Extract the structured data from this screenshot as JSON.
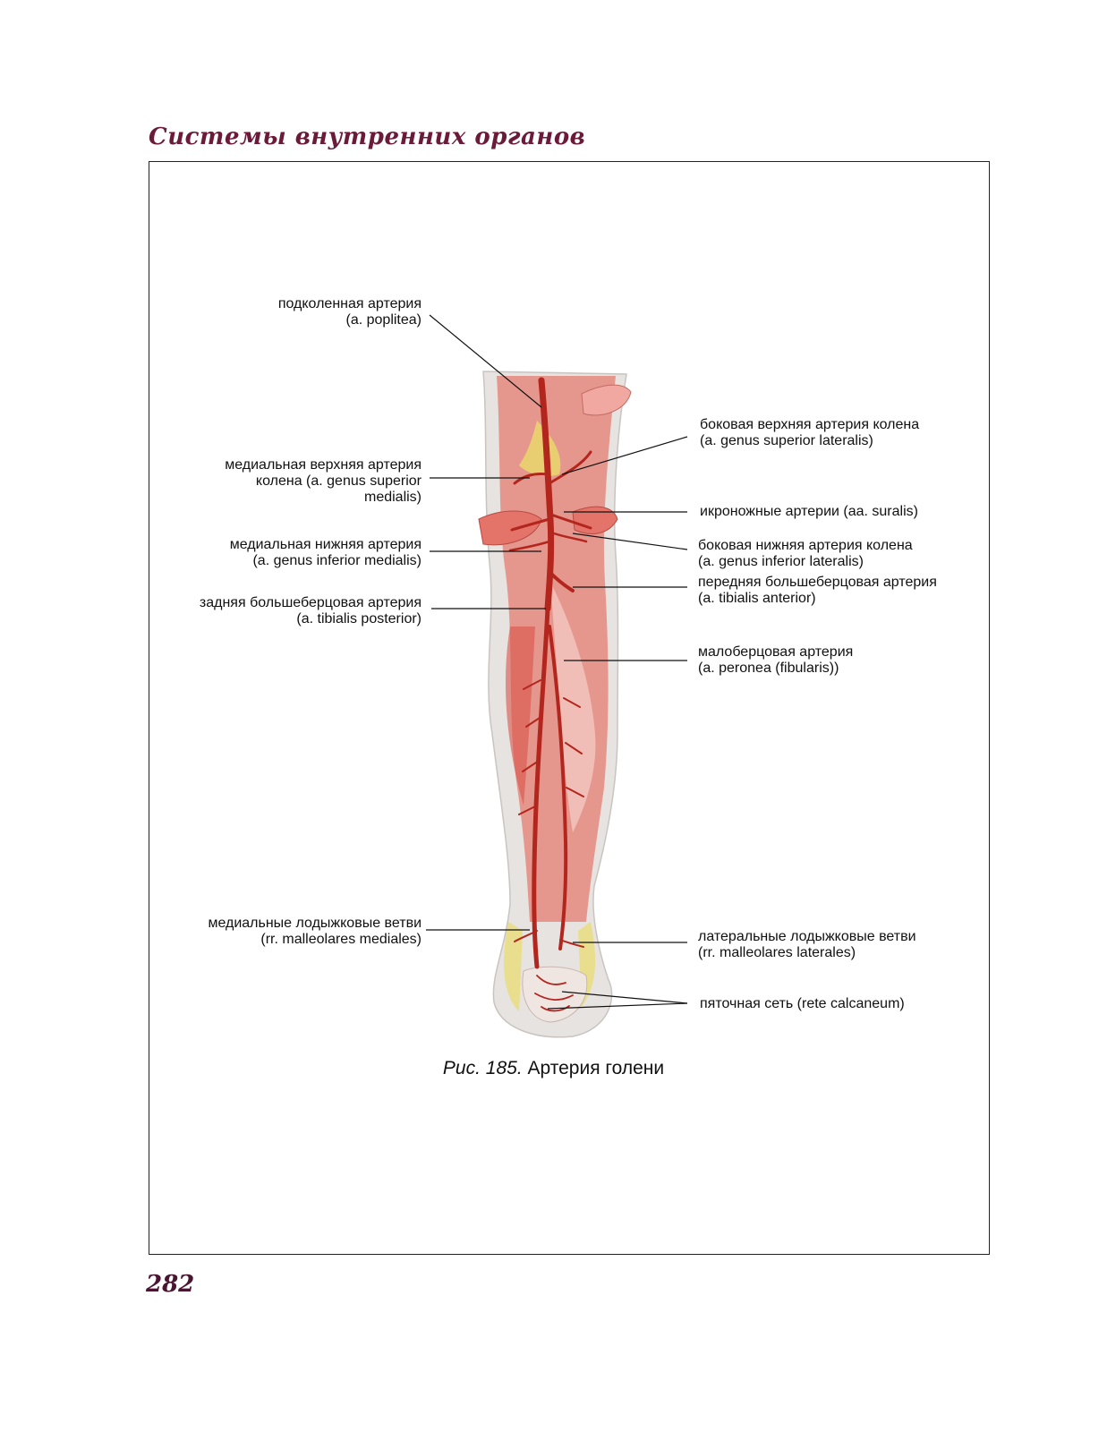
{
  "page": {
    "header": "Системы внутренних органов",
    "page_number": "282"
  },
  "figure": {
    "caption_number": "Рис. 185.",
    "caption_title": "Артерия голени"
  },
  "labels": {
    "popliteal": {
      "ru": "подколенная артерия",
      "lat": "(a. poplitea)"
    },
    "genus_sup_lat": {
      "ru": "боковая верхняя артерия колена",
      "lat": "(a. genus superior lateralis)"
    },
    "genus_sup_med": {
      "line1": "медиальная верхняя артерия",
      "line2": "колена (a. genus superior",
      "line3": "medialis)"
    },
    "surales": {
      "text": "икроножные артерии (aa. suralis)"
    },
    "genus_inf_med": {
      "ru": "медиальная нижняя артерия",
      "lat": "(a. genus inferior medialis)"
    },
    "genus_inf_lat": {
      "ru": "боковая нижняя артерия колена",
      "lat": "(a. genus inferior lateralis)"
    },
    "tibialis_ant": {
      "ru": "передняя большеберцовая артерия",
      "lat": "(a. tibialis anterior)"
    },
    "tibialis_post": {
      "ru": "задняя большеберцовая артерия",
      "lat": "(a. tibialis posterior)"
    },
    "peronea": {
      "ru": "малоберцовая артерия",
      "lat": "(a. peronea (fibularis))"
    },
    "malleolares_med": {
      "ru": "медиальные лодыжковые ветви",
      "lat": "(rr. malleolares mediales)"
    },
    "malleolares_lat": {
      "ru": "латеральные лодыжковые ветви",
      "lat": "(rr. malleolares laterales)"
    },
    "rete_calcaneum": {
      "text": "пяточная сеть (rete calcaneum)"
    }
  },
  "colors": {
    "header": "#6b1a3a",
    "artery": "#b3261e",
    "muscle": "#e2746a",
    "skin": "#e6e3e1",
    "fat": "#e8dc6a"
  }
}
